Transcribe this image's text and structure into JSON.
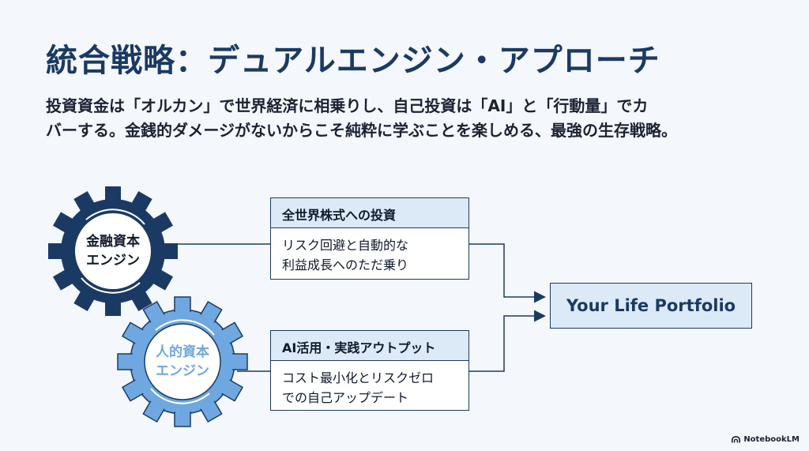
{
  "title": "統合戦略：デュアルエンジン・アプローチ",
  "description": {
    "line1": "投資資金は「オルカン」で世界経済に相乗りし、自己投資は「AI」と「行動量」でカ",
    "line2": "バーする。金銭的ダメージがないからこそ純粋に学ぶことを楽しめる、最強の生存戦略。"
  },
  "engines": [
    {
      "line1": "金融資本",
      "line2": "エンジン",
      "color": "#1b3a63"
    },
    {
      "line1": "人的資本",
      "line2": "エンジン",
      "color": "#6fa8e0"
    }
  ],
  "boxes": [
    {
      "header": "全世界株式への投資",
      "body_line1": "リスク回避と自動的な",
      "body_line2": "利益成長へのただ乗り"
    },
    {
      "header": "AI活用・実践アウトプット",
      "body_line1": "コスト最小化とリスクゼロ",
      "body_line2": "での自己アップデート"
    }
  ],
  "target": "Your Life Portfolio",
  "brand": "NotebookLM"
}
